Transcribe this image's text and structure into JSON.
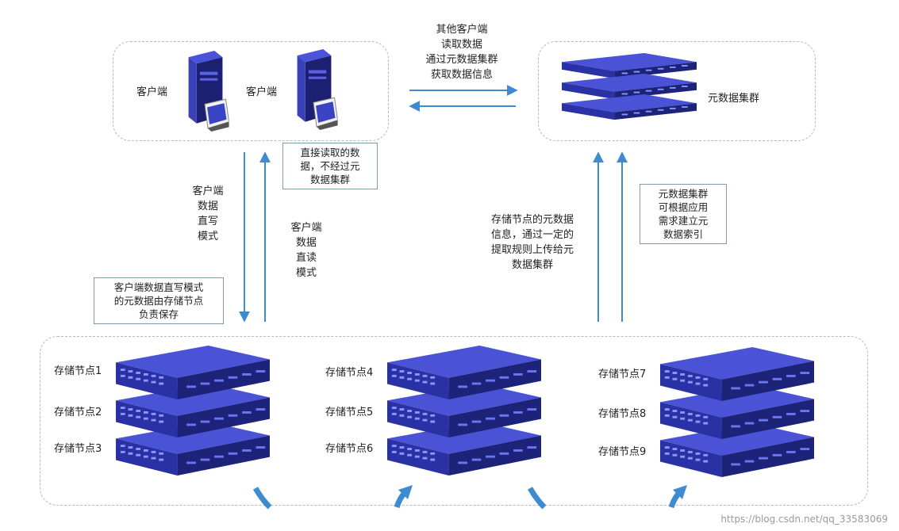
{
  "client_group": {
    "client1_label": "客户端",
    "client2_label": "客户端"
  },
  "metadata_cluster": {
    "label": "元数据集群"
  },
  "top_arrow_caption": [
    "其他客户端",
    "读取数据",
    "通过元数据集群",
    "获取数据信息"
  ],
  "direct_read_note": [
    "直接读取的数",
    "据，不经过元",
    "数据集群"
  ],
  "client_direct_write": [
    "客户端",
    "数据",
    "直写",
    "模式"
  ],
  "client_direct_read": [
    "客户端",
    "数据",
    "直读",
    "模式"
  ],
  "write_mode_note": [
    "客户端数据直写模式",
    "的元数据由存储节点",
    "负责保存"
  ],
  "upload_caption": [
    "存储节点的元数据",
    "信息，通过一定的",
    "提取规则上传给元",
    "数据集群"
  ],
  "index_note": [
    "元数据集群",
    "可根据应用",
    "需求建立元",
    "数据索引"
  ],
  "storage_nodes": [
    {
      "label": "存储节点1"
    },
    {
      "label": "存储节点2"
    },
    {
      "label": "存储节点3"
    },
    {
      "label": "存储节点4"
    },
    {
      "label": "存储节点5"
    },
    {
      "label": "存储节点6"
    },
    {
      "label": "存储节点7"
    },
    {
      "label": "存储节点8"
    },
    {
      "label": "存储节点9"
    }
  ],
  "watermark": "https://blog.csdn.net/qq_33583069",
  "colors": {
    "server_blue": "#3b44c9",
    "server_top": "#4f58e0",
    "server_dark": "#1d2275",
    "arrow_blue": "#3d8bd0",
    "box_border": "#b8b8b8"
  }
}
